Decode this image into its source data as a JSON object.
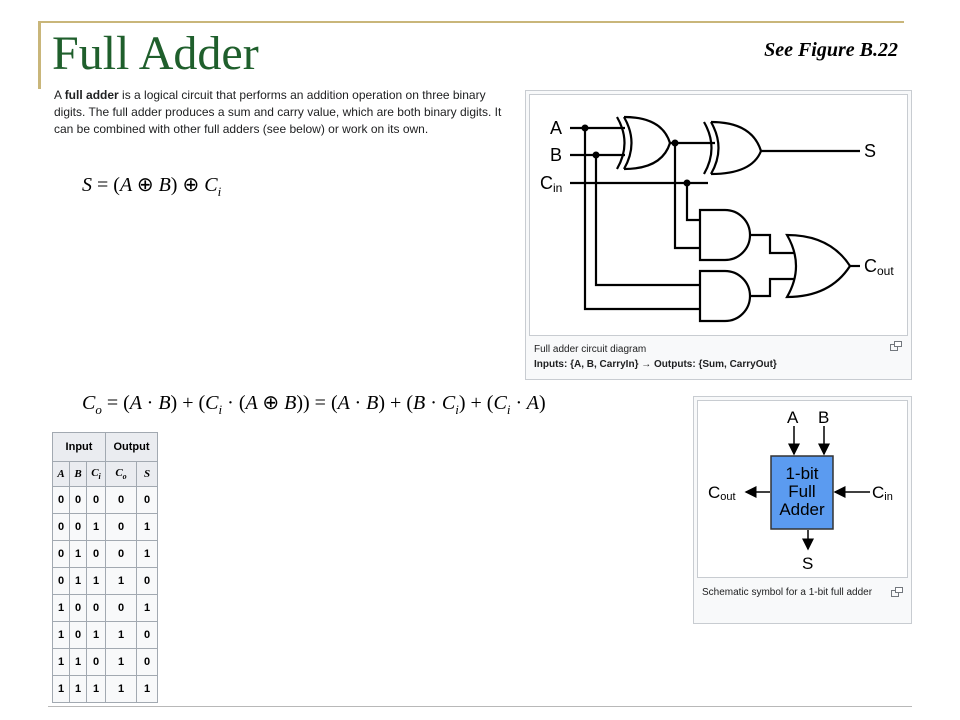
{
  "slide": {
    "title": "Full Adder",
    "figure_ref": "See Figure B.22"
  },
  "intro": {
    "lead": "A ",
    "term": "full adder",
    "rest": " is a logical circuit that performs an addition operation on three binary digits. The full adder produces a sum and carry value, which are both binary digits. It can be combined with other full adders (see below) or work on its own."
  },
  "equations": {
    "sum": "S = (A ⊕ B) ⊕ C_i",
    "carry": "C_o = (A · B) + (C_i · (A ⊕ B)) = (A · B) + (B · C_i) + (C_i · A)"
  },
  "circuit_figure": {
    "labels": {
      "a": "A",
      "b": "B",
      "cin_main": "C",
      "cin_sub": "in",
      "s": "S",
      "cout_main": "C",
      "cout_sub": "out"
    },
    "caption_line1": "Full adder circuit diagram",
    "caption_line2": "Inputs: {A, B, CarryIn} → Outputs: {Sum, CarryOut}",
    "box_color": "#ffffff"
  },
  "symbol_figure": {
    "labels": {
      "a": "A",
      "b": "B",
      "block_line1": "1-bit",
      "block_line2": "Full",
      "block_line3": "Adder",
      "cin_main": "C",
      "cin_sub": "in",
      "cout_main": "C",
      "cout_sub": "out",
      "s": "S"
    },
    "caption": "Schematic symbol for a 1-bit full adder",
    "block_color": "#5b9bf0"
  },
  "truth_table": {
    "group_headers": [
      "Input",
      "Output"
    ],
    "columns": [
      "A",
      "B",
      "Ci",
      "Co",
      "S"
    ],
    "rows": [
      [
        "0",
        "0",
        "0",
        "0",
        "0"
      ],
      [
        "0",
        "0",
        "1",
        "0",
        "1"
      ],
      [
        "0",
        "1",
        "0",
        "0",
        "1"
      ],
      [
        "0",
        "1",
        "1",
        "1",
        "0"
      ],
      [
        "1",
        "0",
        "0",
        "0",
        "1"
      ],
      [
        "1",
        "0",
        "1",
        "1",
        "0"
      ],
      [
        "1",
        "1",
        "0",
        "1",
        "0"
      ],
      [
        "1",
        "1",
        "1",
        "1",
        "1"
      ]
    ]
  },
  "colors": {
    "title": "#1f5f2c",
    "frame": "#c9b67a",
    "table_header": "#eaecf0",
    "table_cell": "#f8f9fa",
    "table_border": "#a2a9b1"
  },
  "icons": [
    "magnify-icon"
  ]
}
